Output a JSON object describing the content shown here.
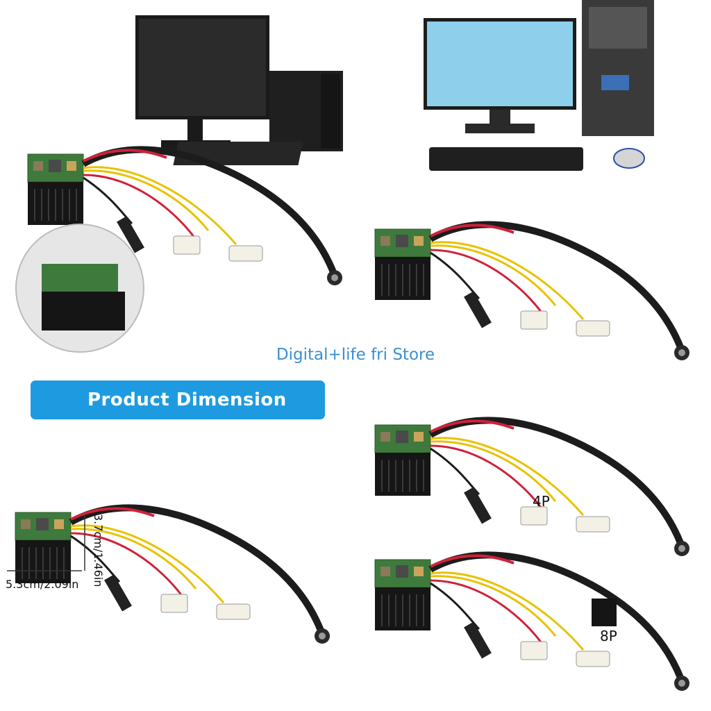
{
  "watermark": "Digital+life fri Store",
  "banner": "Product Dimension",
  "labels": {
    "four_pin": "4P",
    "eight_pin": "8P",
    "width": "5.3cm/2.09in",
    "height": "3.7cm/1.46in"
  },
  "colors": {
    "banner": "#1e9be0",
    "watermark": "#3a8fd4",
    "pcb": "#3e7a3c",
    "cable_black": "#1c1c1c",
    "wire_red": "#d0213a",
    "wire_yellow": "#e8c200",
    "connector_white": "#f3f0e6"
  }
}
